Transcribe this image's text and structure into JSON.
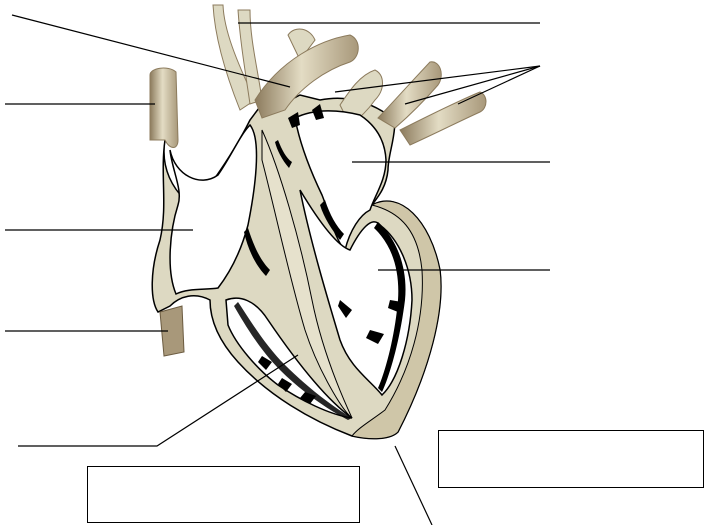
{
  "diagram": {
    "subject": "heart",
    "colors": {
      "wall": "#ddd9c2",
      "wall_shade": "#b3a58a",
      "wall_dark": "#8c7b5d",
      "chamber": "#ffffff",
      "outline": "#000000",
      "leader_line": "#000000",
      "background": "#ffffff"
    },
    "answer_boxes": [
      {
        "id": "bottom",
        "text": ""
      },
      {
        "id": "right",
        "text": ""
      }
    ]
  }
}
